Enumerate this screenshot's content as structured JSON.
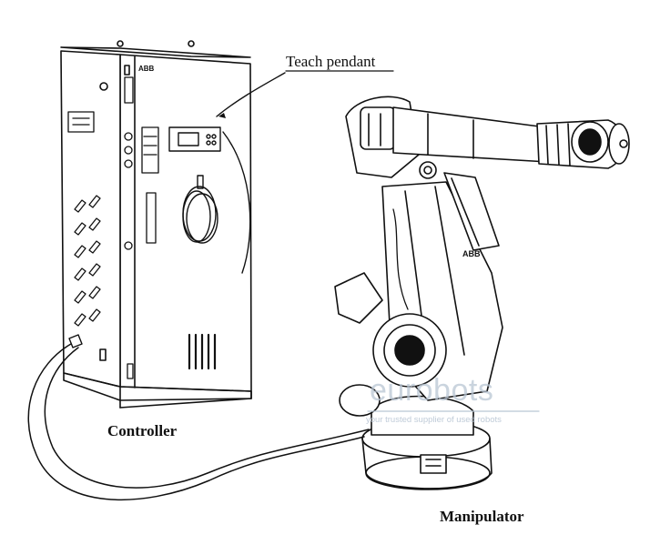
{
  "labels": {
    "teach_pendant": "Teach pendant",
    "controller": "Controller",
    "manipulator": "Manipulator"
  },
  "brand_marks": {
    "cabinet": "ABB",
    "arm": "ABB"
  },
  "watermark": {
    "word": "eurobots",
    "tagline": "your trusted supplier of used robots",
    "color": "#b9c6d4"
  },
  "colors": {
    "line": "#111111",
    "background": "#ffffff"
  }
}
